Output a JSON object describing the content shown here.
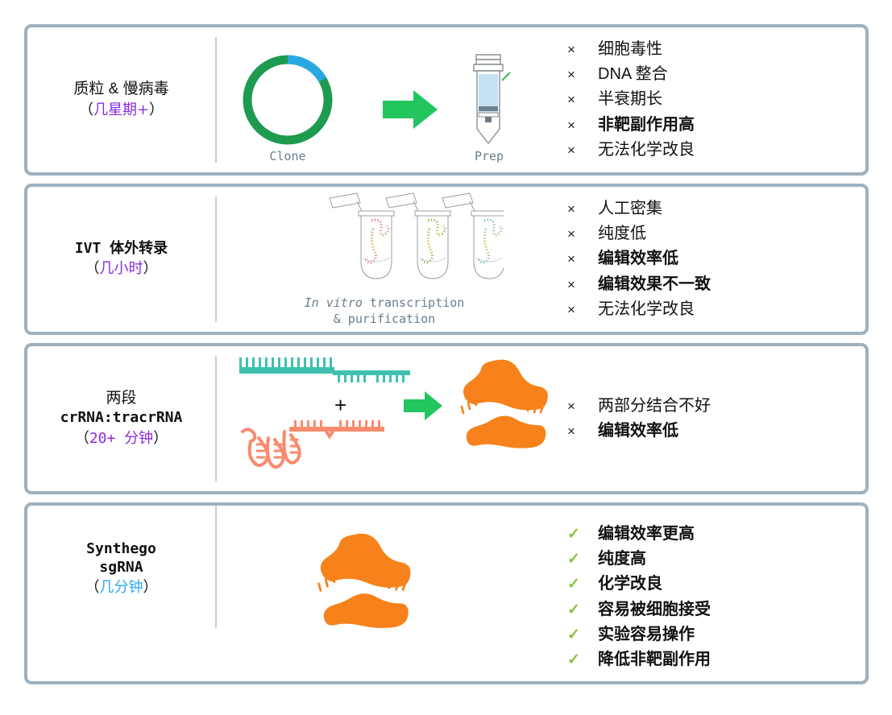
{
  "figure": {
    "title_absent": true,
    "accent_colors": {
      "panel_border": "#9fb0bd",
      "divider": "#c3cfd8",
      "arrow_green": "#22c55e",
      "plasmid_green": "#1e9b50",
      "plasmid_blue": "#29a8e0",
      "rnp_orange": "#f7821b",
      "crrna_teal": "#3fc0b0",
      "tracrrna_salmon": "#f98b6e",
      "check_green": "#84c440",
      "time_purple": "#8a2be2",
      "time_blue": "#2eaaf0",
      "caption_gray": "#6a7d8c"
    }
  },
  "panels": [
    {
      "id": "plasmid-lentivirus",
      "label": "质粒 & 慢病毒",
      "label_style": "sans",
      "time": "（几星期+）",
      "time_open_paren": "（",
      "time_value": "几星期+",
      "time_close_paren": "）",
      "time_color": "purple",
      "art": "plasmid-to-prep",
      "captions": [
        {
          "text": "Clone",
          "name": "clone-caption"
        },
        {
          "text": "Prep",
          "name": "prep-caption"
        }
      ],
      "bullets": [
        {
          "mark": "×",
          "text": "细胞毒性",
          "bold": false,
          "positive": false
        },
        {
          "mark": "×",
          "text": "DNA 整合",
          "bold": false,
          "positive": false
        },
        {
          "mark": "×",
          "text": "半衰期长",
          "bold": false,
          "positive": false
        },
        {
          "mark": "×",
          "text": "非靶副作用高",
          "bold": true,
          "positive": false
        },
        {
          "mark": "×",
          "text": "无法化学改良",
          "bold": false,
          "positive": false
        }
      ]
    },
    {
      "id": "ivt",
      "label": "IVT 体外转录",
      "label_style": "mono",
      "time": "（几小时）",
      "time_open_paren": "（",
      "time_value": "几小时",
      "time_close_paren": "）",
      "time_color": "purple",
      "art": "ivt-tubes",
      "captions": [
        {
          "text": "In vitro transcription",
          "name": "ivt-caption-line1",
          "lead_italic": "In vitro",
          "rest": " transcription"
        },
        {
          "text": "& purification",
          "name": "ivt-caption-line2"
        }
      ],
      "bullets": [
        {
          "mark": "×",
          "text": "人工密集",
          "bold": false,
          "positive": false
        },
        {
          "mark": "×",
          "text": "纯度低",
          "bold": false,
          "positive": false
        },
        {
          "mark": "×",
          "text": "编辑效率低",
          "bold": true,
          "positive": false
        },
        {
          "mark": "×",
          "text": "编辑效果不一致",
          "bold": true,
          "positive": false
        },
        {
          "mark": "×",
          "text": "无法化学改良",
          "bold": false,
          "positive": false
        }
      ]
    },
    {
      "id": "crrna-tracrrna",
      "label_line1": "两段",
      "label_line2": "crRNA:tracrRNA",
      "label_style": "mono",
      "time": "（20+ 分钟）",
      "time_open_paren": "（",
      "time_number": "20+ ",
      "time_value": "分钟",
      "time_close_paren": "）",
      "time_color": "purple",
      "art": "crrna-plus-tracrrna-to-rnp",
      "plus_symbol": "+",
      "captions": [],
      "bullets": [
        {
          "mark": "×",
          "text": "两部分结合不好",
          "bold": false,
          "positive": false
        },
        {
          "mark": "×",
          "text": "编辑效率低",
          "bold": true,
          "positive": false
        }
      ]
    },
    {
      "id": "synthego-sgrna",
      "label_line1": "Synthego",
      "label_line2": "sgRNA",
      "label_style": "sans-bold",
      "time": "（几分钟）",
      "time_open_paren": "（",
      "time_value": "几分钟",
      "time_close_paren": "）",
      "time_color": "blue",
      "art": "sgrna-rnp",
      "captions": [],
      "bullets": [
        {
          "mark": "✓",
          "text": "编辑效率更高",
          "bold": true,
          "positive": true
        },
        {
          "mark": "✓",
          "text": "纯度高",
          "bold": true,
          "positive": true
        },
        {
          "mark": "✓",
          "text": "化学改良",
          "bold": true,
          "positive": true
        },
        {
          "mark": "✓",
          "text": "容易被细胞接受",
          "bold": true,
          "positive": true
        },
        {
          "mark": "✓",
          "text": "实验容易操作",
          "bold": true,
          "positive": true
        },
        {
          "mark": "✓",
          "text": "降低非靶副作用",
          "bold": true,
          "positive": true
        }
      ]
    }
  ]
}
